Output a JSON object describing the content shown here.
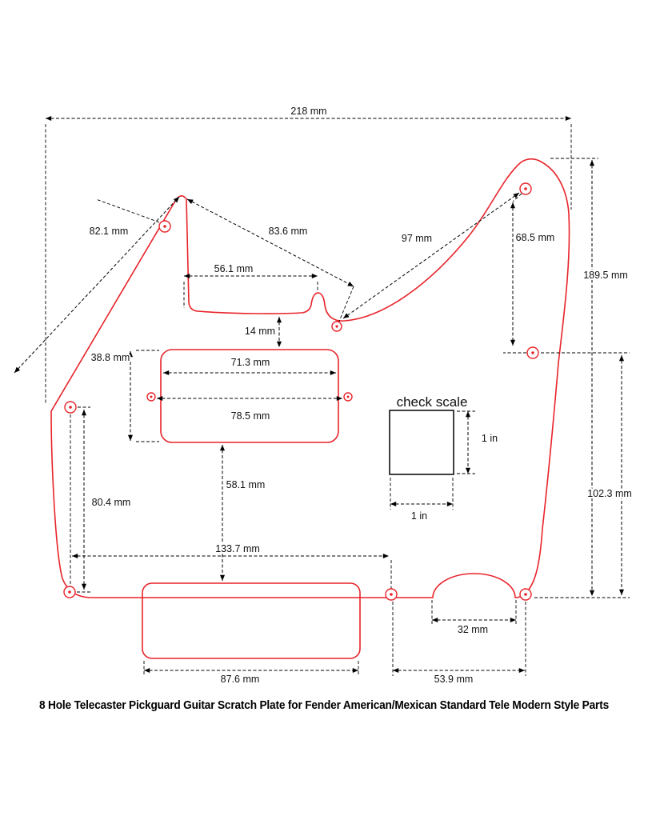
{
  "title": "8 Hole Telecaster Pickguard Guitar Scratch Plate for Fender American/Mexican Standard Tele Modern Style Parts",
  "colors": {
    "outline": "#e8232a",
    "dimension": "#000000",
    "background": "#ffffff"
  },
  "check_scale": {
    "label": "check scale",
    "width_label": "1 in",
    "height_label": "1 in"
  },
  "dimensions": {
    "overall_width": "218 mm",
    "tip_to_horn_screw": "82.1 mm",
    "horn_to_center_screw": "83.6 mm",
    "center_to_top_right_screw": "97 mm",
    "top_right_to_side_screw": "68.5 mm",
    "overall_height": "189.5 mm",
    "neck_pocket_edge": "56.1 mm",
    "edge_to_pickup_cavity": "14 mm",
    "pickup_cavity_height": "38.8 mm",
    "pickup_cavity_width": "71.3 mm",
    "pickup_screw_spacing": "78.5 mm",
    "side_screw_to_bottom_screw": "102.3 mm",
    "left_screw_spacing": "80.4 mm",
    "cavity_to_bridge_cutout": "58.1 mm",
    "bottom_screw_span": "133.7 mm",
    "jack_hump_width": "32 mm",
    "bridge_cutout_width": "87.6 mm",
    "bottom_right_screw_span": "53.9 mm"
  }
}
